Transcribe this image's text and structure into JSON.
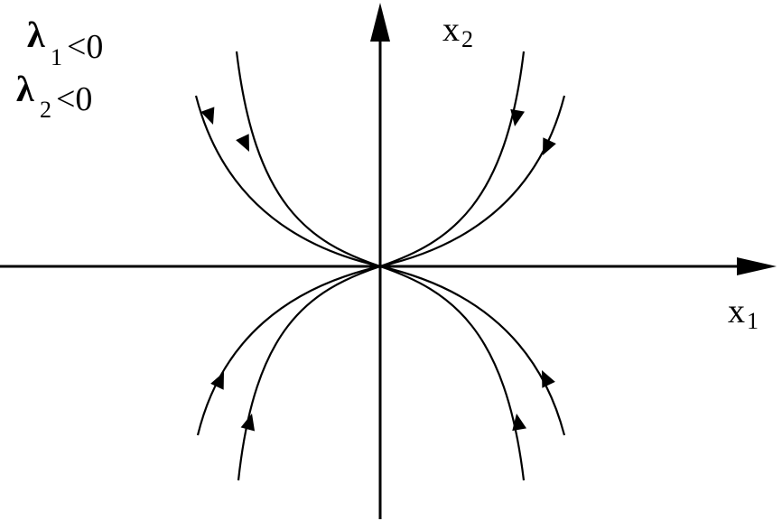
{
  "eigenvalues": [
    {
      "symbol": "λ",
      "index": "1",
      "relation": "<0"
    },
    {
      "symbol": "λ",
      "index": "2",
      "relation": "<0"
    }
  ],
  "axes": {
    "x": {
      "name": "x",
      "index": "1"
    },
    "y": {
      "name": "x",
      "index": "2"
    }
  },
  "colors": {
    "ink": "#000000",
    "background": "#ffffff"
  },
  "trajectory_direction": "toward-origin"
}
